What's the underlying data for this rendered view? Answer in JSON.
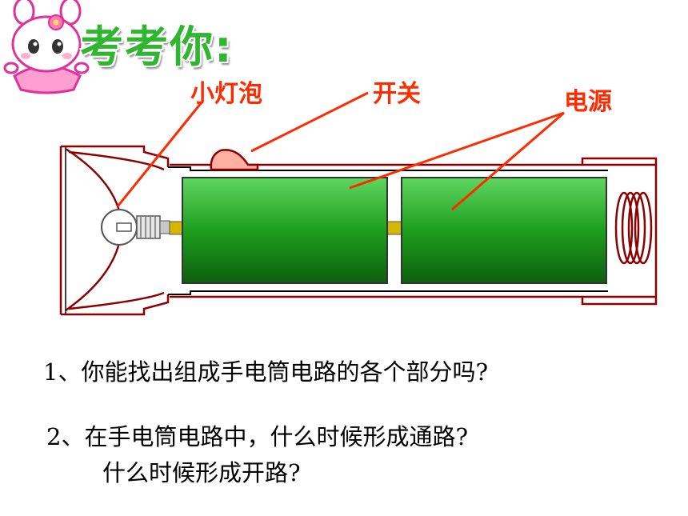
{
  "title": "考考你:",
  "labels": {
    "bulb": "小灯泡",
    "switch": "开关",
    "power": "电源"
  },
  "questions": {
    "q1": "1、你能找出组成手电筒电路的各个部分吗?",
    "q2_line1": "2、在手电筒电路中，什么时候形成通路?",
    "q2_line2": "什么时候形成开路?"
  },
  "colors": {
    "title": "#2fb52f",
    "label": "#ff2a00",
    "battery": "#22a822",
    "casing": "#a00000"
  }
}
